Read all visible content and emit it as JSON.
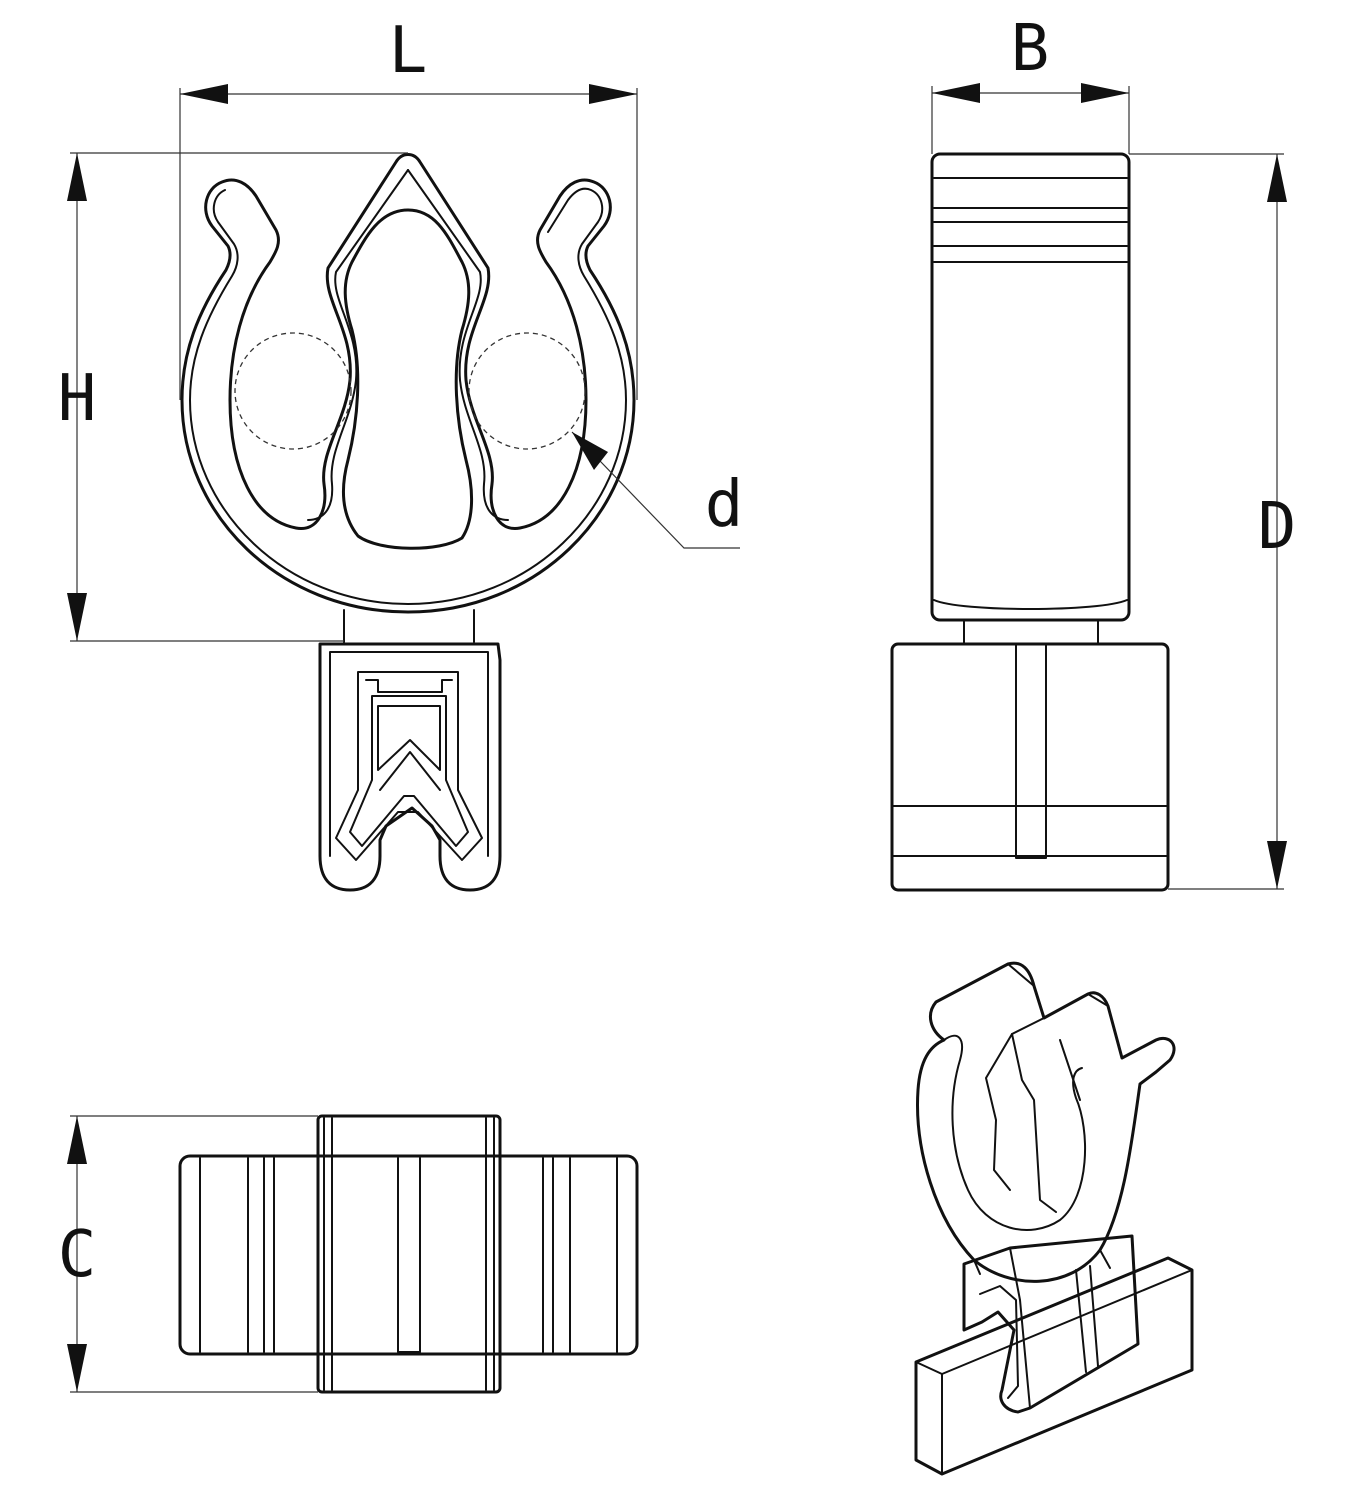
{
  "drawing": {
    "labels": {
      "length": "L",
      "height": "H",
      "diameter": "d",
      "width": "B",
      "depth": "D",
      "clamp": "C"
    }
  }
}
